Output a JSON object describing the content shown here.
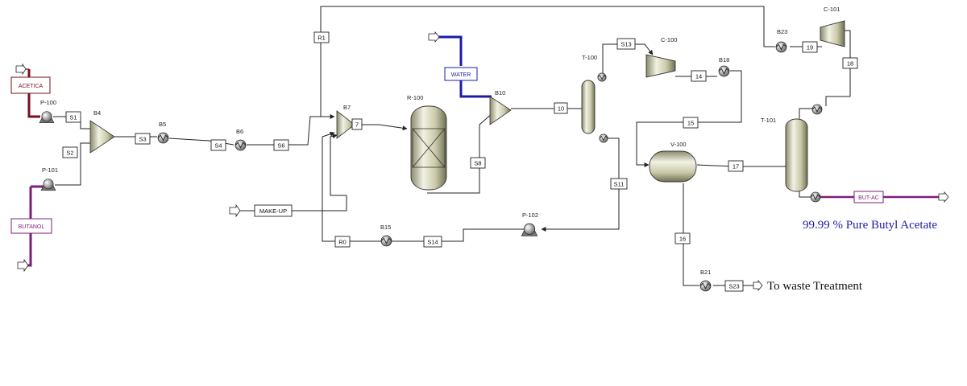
{
  "feeds": {
    "acetica": "ACETICA",
    "butanol": "BUTANOL",
    "water": "WATER",
    "make_up": "MAKE-UP",
    "but_ac": "BUT-AC"
  },
  "units": {
    "p100": "P-100",
    "p101": "P-101",
    "p102": "P-102",
    "b4": "B4",
    "b5": "B5",
    "b6": "B6",
    "b7": "B7",
    "b10": "B10",
    "b15": "B15",
    "b18": "B18",
    "b21": "B21",
    "b23": "B23",
    "r100": "R-100",
    "t100": "T-100",
    "t101": "T-101",
    "c100": "C-100",
    "c101": "C-101",
    "v100": "V-100"
  },
  "streams": {
    "s1": "S1",
    "s2": "S2",
    "s3": "S3",
    "s4": "S4",
    "s6": "S6",
    "n7": "7",
    "n10": "10",
    "s8": "S8",
    "s11": "S11",
    "s13": "S13",
    "n14": "14",
    "n15": "15",
    "n16": "16",
    "n17": "17",
    "n18": "18",
    "n19": "19",
    "r1": "R1",
    "r0": "R0",
    "s14": "S14",
    "s23": "S23"
  },
  "notes": {
    "product": "99.99 % Pure Butyl Acetate",
    "waste": "To waste Treatment"
  },
  "colors": {
    "acid_line": "#7a0f1a",
    "butanol_line": "#7a1f7a",
    "water_line": "#1c1ca8",
    "product_line": "#7a1f7a",
    "product_note": "#1c1ca8",
    "process_line": "#222222"
  }
}
